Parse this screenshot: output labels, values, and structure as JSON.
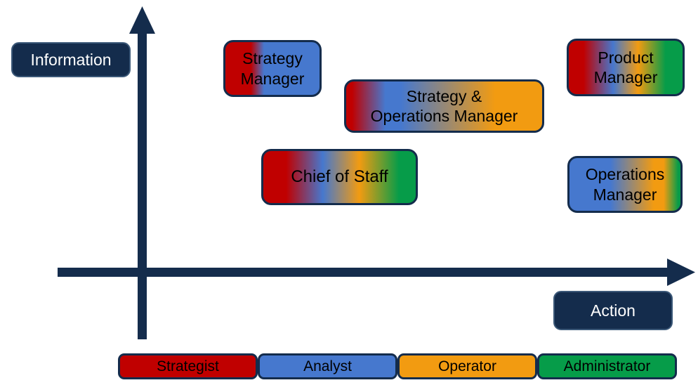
{
  "palette": {
    "navy": "#142C4C",
    "red": "#C00000",
    "blue": "#4678CE",
    "orange": "#F29B11",
    "green": "#069C49"
  },
  "axes": {
    "y_label": "Information",
    "x_label": "Action"
  },
  "roles": [
    {
      "label": "Strategy\nManager",
      "colors": [
        "red",
        "blue"
      ]
    },
    {
      "label": "Strategy &\nOperations Manager",
      "colors": [
        "red",
        "blue",
        "orange"
      ]
    },
    {
      "label": "Product\nManager",
      "colors": [
        "red",
        "blue",
        "orange",
        "green"
      ]
    },
    {
      "label": "Chief of Staff",
      "colors": [
        "red",
        "blue",
        "orange",
        "green"
      ]
    },
    {
      "label": "Operations\nManager",
      "colors": [
        "blue",
        "orange",
        "green"
      ]
    }
  ],
  "legend": {
    "items": [
      {
        "label": "Strategist",
        "color": "#C00000"
      },
      {
        "label": "Analyst",
        "color": "#4678CE"
      },
      {
        "label": "Operator",
        "color": "#F29B11"
      },
      {
        "label": "Administrator",
        "color": "#069C49"
      }
    ]
  }
}
